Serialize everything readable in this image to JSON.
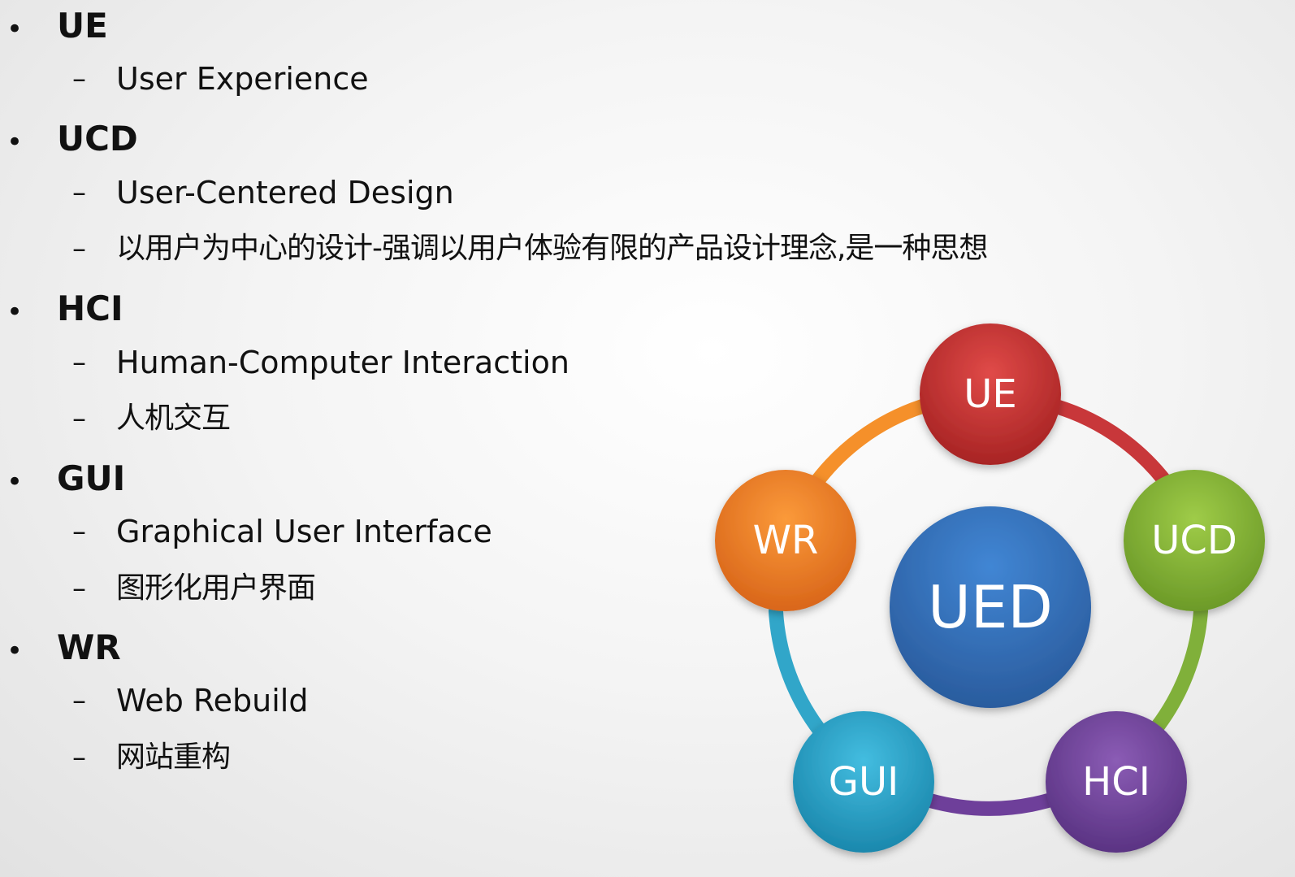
{
  "outline": [
    {
      "title": "UE",
      "subs": [
        "User Experience"
      ]
    },
    {
      "title": "UCD",
      "subs": [
        "User-Centered Design",
        "以用户为中心的设计-强调以用户体验有限的产品设计理念,是一种思想"
      ]
    },
    {
      "title": "HCI",
      "subs": [
        "Human-Computer Interaction",
        "人机交互"
      ]
    },
    {
      "title": "GUI",
      "subs": [
        "Graphical User Interface",
        "图形化用户界面"
      ]
    },
    {
      "title": "WR",
      "subs": [
        "Web Rebuild",
        "网站重构"
      ]
    }
  ],
  "bullet_glyph": "•",
  "dash_glyph": "–",
  "diagram": {
    "center": {
      "label": "UED",
      "color": "#2e6bb8"
    },
    "nodes": [
      {
        "label": "UE",
        "color": "#cc3333"
      },
      {
        "label": "UCD",
        "color": "#86b534"
      },
      {
        "label": "HCI",
        "color": "#6a3f99"
      },
      {
        "label": "GUI",
        "color": "#2aa6cc"
      },
      {
        "label": "WR",
        "color": "#f08020"
      }
    ]
  }
}
